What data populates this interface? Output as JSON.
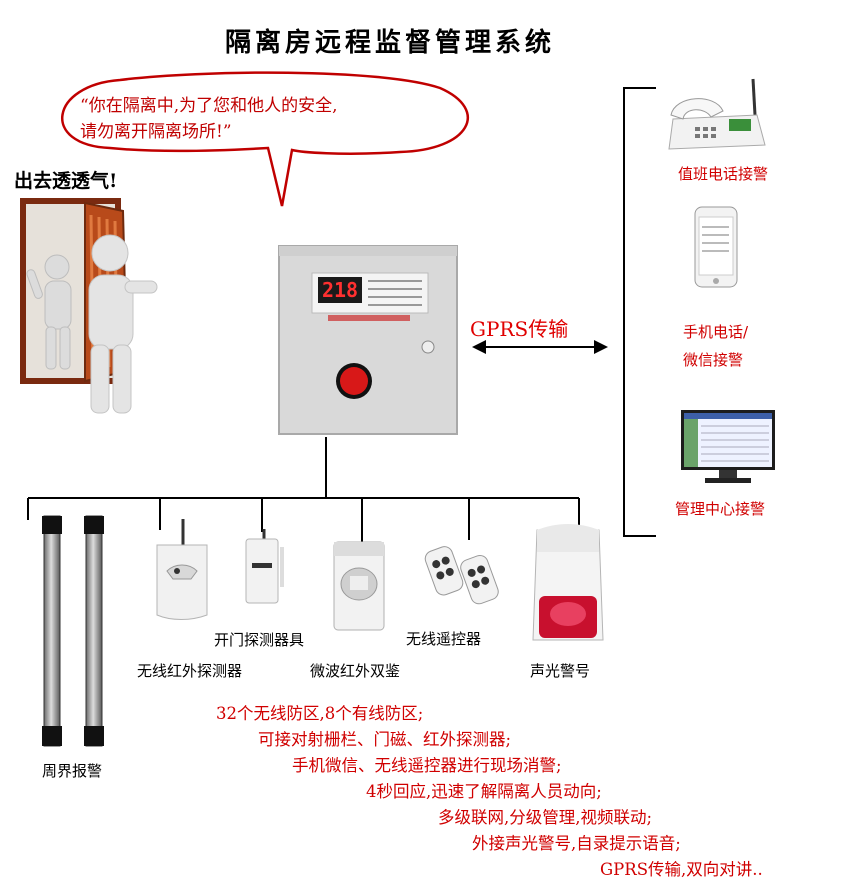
{
  "title": "隔离房远程监督管理系统",
  "speech_bubble": {
    "line1": "“你在隔离中,为了您和他人的安全,",
    "line2": "请勿离开隔离场所!”"
  },
  "outside_label": "出去透透气!",
  "control_panel": {
    "display_value": "218"
  },
  "transmission_label": "GPRS传输",
  "receivers": [
    {
      "label": "值班电话接警"
    },
    {
      "label_line1": "手机电话/",
      "label_line2": "微信接警"
    },
    {
      "label": "管理中心接警"
    }
  ],
  "devices": {
    "perimeter": "周界报警",
    "wireless_ir": "无线红外探测器",
    "door": "开门探测器具",
    "microwave": "微波红外双鉴",
    "remote": "无线遥控器",
    "siren": "声光警号"
  },
  "features": [
    "32个无线防区,8个有线防区;",
    "可接对射栅栏、门磁、红外探测器;",
    "手机微信、无线遥控器进行现场消警;",
    "4秒回应,迅速了解隔离人员动向;",
    "多级联网,分级管理,视频联动;",
    "外接声光警号,自录提示语音;",
    "GPRS传输,双向对讲.."
  ],
  "colors": {
    "accent_red": "#d00000",
    "line": "#000000"
  }
}
